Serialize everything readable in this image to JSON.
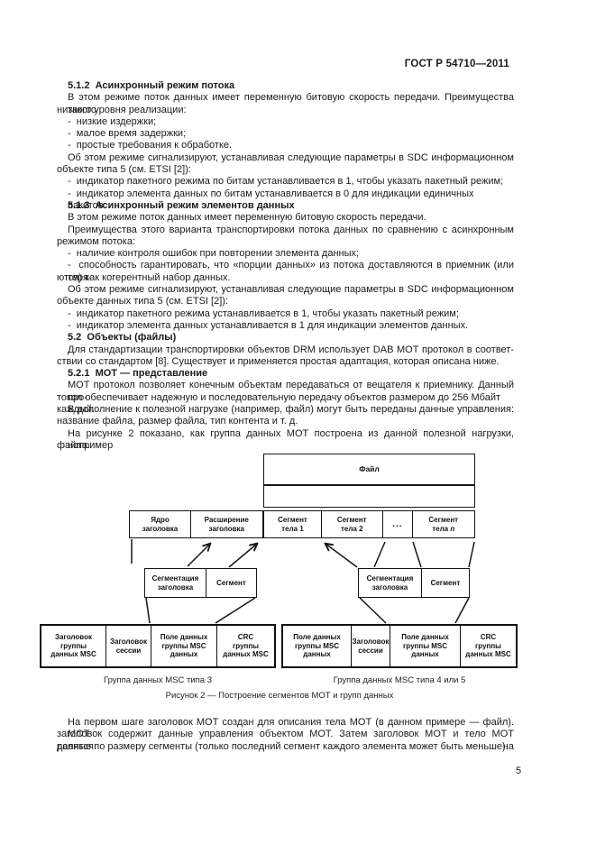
{
  "page": {
    "code": "ГОСТ Р 54710—2011",
    "number": "5"
  },
  "body": {
    "lines": [
      {
        "cls": "h",
        "text": "5.1.2  Асинхронный режим потока"
      },
      {
        "cls": "ij",
        "text": "В этом режиме поток данных имеет переменную битовую скорость передачи. Преимущества такого"
      },
      {
        "cls": "p",
        "text": "низкого уровня реализации:"
      },
      {
        "cls": "ip",
        "text": "-  низкие издержки;"
      },
      {
        "cls": "ip",
        "text": "-  малое время задержки;"
      },
      {
        "cls": "ip",
        "text": "-  простые требования к обработке."
      },
      {
        "cls": "ij",
        "text": "Об этом режиме сигнализируют, устанавливая следующие параметры в SDC информационном"
      },
      {
        "cls": "p",
        "text": "объекте типа 5 (см. ETSI [2]):"
      },
      {
        "cls": "ip",
        "text": "-  индикатор пакетного режима по битам устанавливается в 1, чтобы указать пакетный режим;"
      },
      {
        "cls": "ip",
        "text": "-  индикатор элемента данных по битам устанавливается в 0 для индикации единичных пакетов."
      },
      {
        "cls": "h",
        "text": "5.1.3  Асинхронный режим элементов данных"
      },
      {
        "cls": "ip",
        "text": "В этом режиме поток данных имеет переменную битовую скорость передачи."
      },
      {
        "cls": "ij",
        "text": "Преимущества этого варианта транспортировки потока данных по сравнению с асинхронным"
      },
      {
        "cls": "p",
        "text": "режимом потока:"
      },
      {
        "cls": "ip",
        "text": "-  наличие контроля ошибок при повторении элемента данных;"
      },
      {
        "cls": "ij",
        "text": "-  способность гарантировать, что «порции данных» из потока доставляются в приемник (или теря-"
      },
      {
        "cls": "p",
        "text": "ются) как когерентный набор данных."
      },
      {
        "cls": "ij",
        "text": "Об этом режиме сигнализируют, устанавливая следующие параметры в SDC информационном"
      },
      {
        "cls": "p",
        "text": "объекте данных типа 5 (см. ETSI [2]):"
      },
      {
        "cls": "ip",
        "text": "-  индикатор пакетного режима устанавливается в 1, чтобы указать пакетный режим;"
      },
      {
        "cls": "ip",
        "text": "-  индикатор элемента данных устанавливается в 1 для индикации элементов данных."
      },
      {
        "cls": "h",
        "text": "5.2  Объекты (файлы)"
      },
      {
        "cls": "ij",
        "text": "Для стандартизации транспортировки объектов DRM использует DAB МОТ протокол в соответ-"
      },
      {
        "cls": "p",
        "text": "ствии со стандартом [8]. Существует и применяется простая адаптация, которая описана ниже."
      },
      {
        "cls": "h",
        "text": "5.2.1  МОТ — представление"
      },
      {
        "cls": "ij",
        "text": "МОТ протокол позволяет конечным объектам передаваться от вещателя к приемнику. Данный про-"
      },
      {
        "cls": "p",
        "text": "токол обеспечивает надежную и последовательную передачу объектов размером до 256 Мбайт каждый."
      },
      {
        "cls": "ij",
        "text": "В дополнение к полезной нагрузке (например, файл) могут быть переданы данные управления:"
      },
      {
        "cls": "p",
        "text": "название файла, размер файла, тип контента и т. д."
      },
      {
        "cls": "ij",
        "text": "На рисунке 2 показано, как группа данных МОТ построена из данной полезной нагрузки, например"
      },
      {
        "cls": "p",
        "text": "файла."
      }
    ]
  },
  "body2": {
    "lines": [
      {
        "cls": "ij",
        "text": "На первом шаге заголовок МОТ создан для описания тела МОТ (в данном примере — файл). МОТ"
      },
      {
        "cls": "j",
        "text": "заголовок содержит данные управления объектом МОТ. Затем заголовок МОТ и тело МОТ делятся на"
      },
      {
        "cls": "p",
        "text": "равные по размеру сегменты (только последний сегмент каждого элемента может быть меньше)."
      }
    ]
  },
  "figure": {
    "file_label": "Файл",
    "header_core": "Ядро\nзаголовка",
    "header_ext": "Расширение\nзаголовка",
    "seg1": "Сегмент\nтела 1",
    "seg2": "Сегмент\nтела 2",
    "dots": "...",
    "segn_prefix": "Сегмент\nтела ",
    "segn_var": "n",
    "seg_hdr": "Сегментация\nзаголовка",
    "seg": "Сегмент",
    "g3": {
      "c1": "Заголовок\nгруппы\nданных MSC",
      "c2": "Заголовок\nсессии",
      "c3": "Поле данных\nгруппы MSC\nданных",
      "c4": "CRC\nгруппы\nданных MSC",
      "label": "Группа данных MSC типа 3"
    },
    "g45": {
      "c1": "Поле данных\nгруппы MSC\nданных",
      "c2": "Заголовок\nсессии",
      "c3": "Поле данных\nгруппы MSC\nданных",
      "c4": "CRC\nгруппы\nданных MSC",
      "label": "Группа данных MSC типа 4 или 5"
    },
    "caption": "Рисунок 2 — Построение сегментов МОТ и групп данных"
  }
}
